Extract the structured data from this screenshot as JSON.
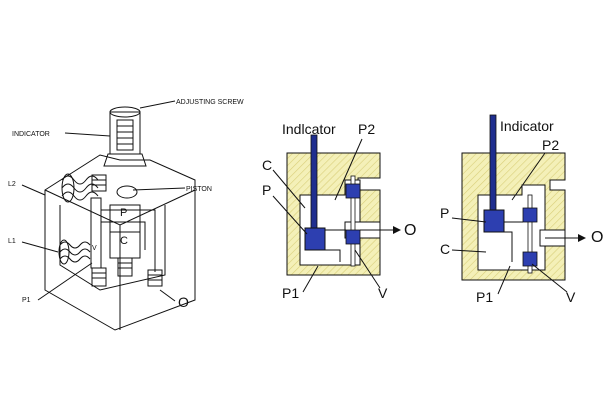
{
  "colors": {
    "body_fill": "#f4f0b8",
    "blue": "#1f2e8f",
    "blue_light": "#4a5bd0",
    "hatch": "#d9cf7a",
    "ink": "#111111"
  },
  "isometric": {
    "adjusting_screw": "ADJUSTING SCREW",
    "indicator": "INDICATOR",
    "piston": "PISTON",
    "l2": "L2",
    "l1": "L1",
    "p1": "P1",
    "p": "P",
    "c": "C",
    "v": "V",
    "o": "O"
  },
  "section_a": {
    "indicator": "Indlcator",
    "p2": "P2",
    "c": "C",
    "p": "P",
    "p1": "P1",
    "v": "V",
    "o": "O"
  },
  "section_b": {
    "indicator": "Indicator",
    "p2": "P2",
    "p": "P",
    "c": "C",
    "p1": "P1",
    "v": "V",
    "o": "O"
  }
}
